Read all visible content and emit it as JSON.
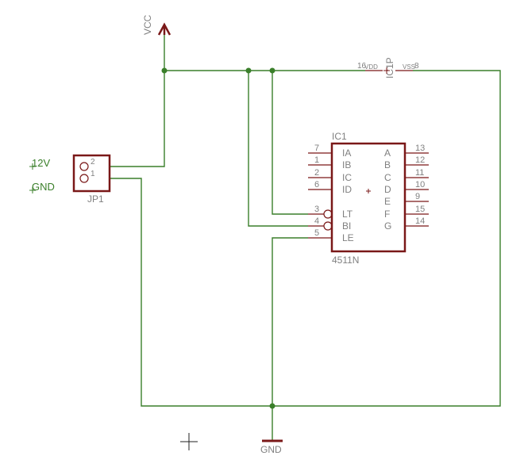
{
  "supply": {
    "vcc_label": "VCC",
    "gnd_label": "GND"
  },
  "connector": {
    "name": "JP1",
    "pins": [
      "2",
      "1"
    ],
    "net_labels": [
      "12V",
      "GND"
    ]
  },
  "ic": {
    "name": "IC1",
    "value": "4511N",
    "power_label": "IC1P",
    "vdd_pin": "16",
    "vdd_label": "VDD",
    "vss_pin": "8",
    "vss_label": "VSS",
    "left_pins": [
      {
        "num": "7",
        "name": "IA"
      },
      {
        "num": "1",
        "name": "IB"
      },
      {
        "num": "2",
        "name": "IC"
      },
      {
        "num": "6",
        "name": "ID"
      },
      {
        "num": "3",
        "name": "LT"
      },
      {
        "num": "4",
        "name": "BI"
      },
      {
        "num": "5",
        "name": "LE"
      }
    ],
    "right_pins": [
      {
        "num": "13",
        "name": "A"
      },
      {
        "num": "12",
        "name": "B"
      },
      {
        "num": "11",
        "name": "C"
      },
      {
        "num": "10",
        "name": "D"
      },
      {
        "num": "9",
        "name": "E"
      },
      {
        "num": "15",
        "name": "F"
      },
      {
        "num": "14",
        "name": "G"
      }
    ]
  }
}
